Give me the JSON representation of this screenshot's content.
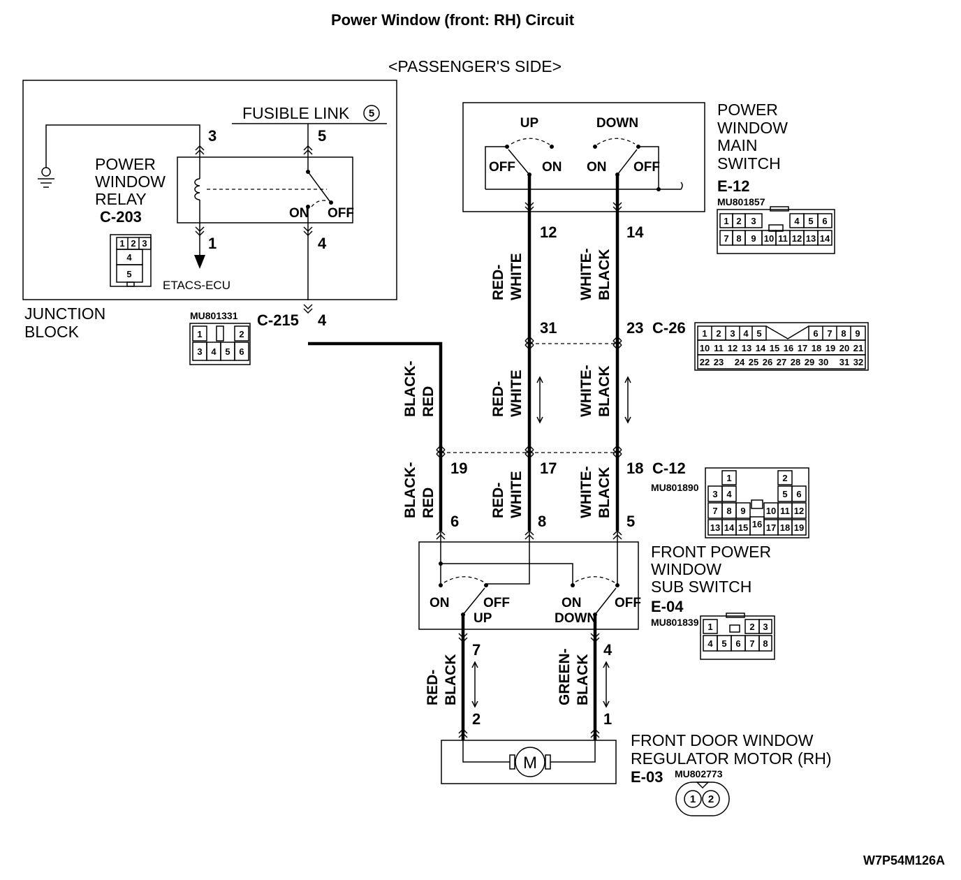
{
  "title": "Power Window (front: RH) Circuit",
  "subtitle": "<PASSENGER'S SIDE>",
  "figure_code": "W7P54M126A",
  "junction_block": {
    "label_line1": "JUNCTION",
    "label_line2": "BLOCK",
    "fusible_link_label": "FUSIBLE LINK",
    "fusible_link_number": "5",
    "relay_line1": "POWER",
    "relay_line2": "WINDOW",
    "relay_line3": "RELAY",
    "relay_connector": "C-203",
    "relay_on": "ON",
    "relay_off": "OFF",
    "etacs": "ETACS-ECU",
    "pin_3": "3",
    "pin_5": "5",
    "pin_1": "1",
    "pin_4": "4",
    "c203_cells": [
      "1",
      "2",
      "3",
      "4",
      "5"
    ]
  },
  "c215": {
    "label": "C-215",
    "pin": "4",
    "part_no": "MU801331",
    "cells": [
      "1",
      "2",
      "3",
      "4",
      "5",
      "6"
    ]
  },
  "main_switch": {
    "line1": "POWER",
    "line2": "WINDOW",
    "line3": "MAIN",
    "line4": "SWITCH",
    "connector": "E-12",
    "part_no": "MU801857",
    "up": "UP",
    "down": "DOWN",
    "up_off": "OFF",
    "up_on": "ON",
    "down_on": "ON",
    "down_off": "OFF",
    "pin_12": "12",
    "pin_14": "14",
    "cells": [
      "1",
      "2",
      "3",
      "4",
      "5",
      "6",
      "7",
      "8",
      "9",
      "10",
      "11",
      "12",
      "13",
      "14"
    ]
  },
  "c26": {
    "label": "C-26",
    "pin_31": "31",
    "pin_23": "23",
    "cells": [
      "1",
      "2",
      "3",
      "4",
      "5",
      "6",
      "7",
      "8",
      "9",
      "10",
      "11",
      "12",
      "13",
      "14",
      "15",
      "16",
      "17",
      "18",
      "19",
      "20",
      "21",
      "22",
      "23",
      "24",
      "25",
      "26",
      "27",
      "28",
      "29",
      "30",
      "31",
      "32"
    ]
  },
  "c12": {
    "label": "C-12",
    "part_no": "MU801890",
    "pin_19": "19",
    "pin_17": "17",
    "pin_18": "18",
    "cells": [
      "1",
      "2",
      "3",
      "4",
      "5",
      "6",
      "7",
      "8",
      "9",
      "10",
      "11",
      "12",
      "13",
      "14",
      "15",
      "16",
      "17",
      "18",
      "19"
    ]
  },
  "sub_switch": {
    "line1": "FRONT POWER",
    "line2": "WINDOW",
    "line3": "SUB SWITCH",
    "connector": "E-04",
    "part_no": "MU801839",
    "up_on": "ON",
    "up_off": "OFF",
    "up": "UP",
    "down_on": "ON",
    "down": "DOWN",
    "down_off": "OFF",
    "pin_6": "6",
    "pin_8": "8",
    "pin_5": "5",
    "pin_7": "7",
    "pin_4": "4",
    "cells": [
      "1",
      "2",
      "3",
      "4",
      "5",
      "6",
      "7",
      "8"
    ]
  },
  "motor": {
    "line1": "FRONT DOOR WINDOW",
    "line2": "REGULATOR MOTOR (RH)",
    "connector": "E-03",
    "part_no": "MU802773",
    "symbol": "M",
    "pin_2": "2",
    "pin_1": "1",
    "cells": [
      "1",
      "2"
    ]
  },
  "wires": {
    "red": "RED-",
    "white": "WHITE",
    "white_": "WHITE-",
    "black": "BLACK",
    "black_": "BLACK-",
    "red_end": "RED",
    "green_": "GREEN-"
  }
}
